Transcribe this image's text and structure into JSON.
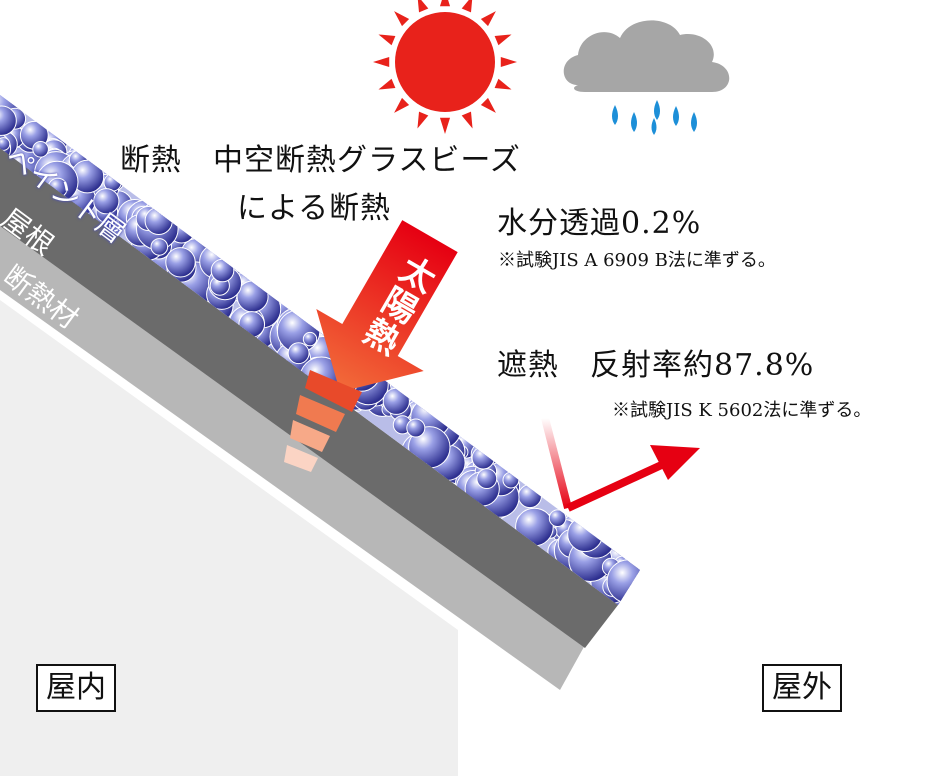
{
  "labels": {
    "insulation_title_line1": "断熱　中空断熱グラスビーズ",
    "insulation_title_line2": "による断熱",
    "moisture": "水分透過0.2%",
    "moisture_note": "※試験JIS A 6909 B法に準ずる。",
    "heat_shield": "遮熱　反射率約87.8%",
    "heat_shield_note": "※試験JIS K 5602法に準ずる。",
    "solar_heat": "太陽熱",
    "paint_layer": "ペイント層",
    "roof": "屋根",
    "insulation_material": "断熱材",
    "indoor": "屋内",
    "outdoor": "屋外"
  },
  "icons": {
    "sun": "sun-icon",
    "rain_cloud": "rain-cloud-icon"
  },
  "colors": {
    "sun": "#e8221b",
    "sun_rays": "#e8221b",
    "cloud": "#a6a6a6",
    "rain": "#1d8fd8",
    "arrow": "#e60012",
    "paint_layer": "#b9bde8",
    "bead": "#4b4fb5",
    "roof": "#6b6b6b",
    "insulation": "#b7b7b7",
    "indoor_wall": "#efefef"
  }
}
